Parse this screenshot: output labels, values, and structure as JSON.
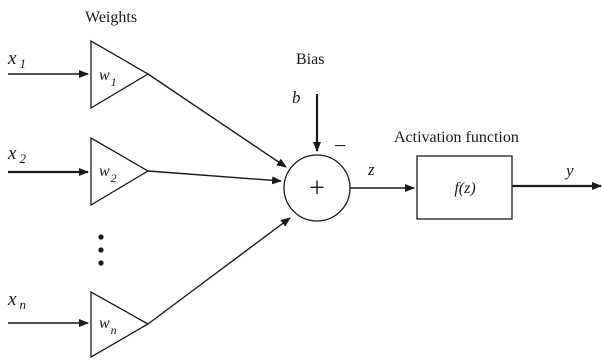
{
  "labels": {
    "weights": "Weights",
    "bias": "Bias",
    "bias_symbol": "b",
    "minus": "−",
    "activation": "Activation function",
    "z": "z",
    "fz": "f(z)",
    "y": "y",
    "plus": "+"
  },
  "inputs": [
    {
      "name": "x",
      "sub": "1",
      "weight": "w",
      "weight_sub": "1"
    },
    {
      "name": "x",
      "sub": "2",
      "weight": "w",
      "weight_sub": "2"
    },
    {
      "name": "x",
      "sub": "n",
      "weight": "w",
      "weight_sub": "n"
    }
  ]
}
